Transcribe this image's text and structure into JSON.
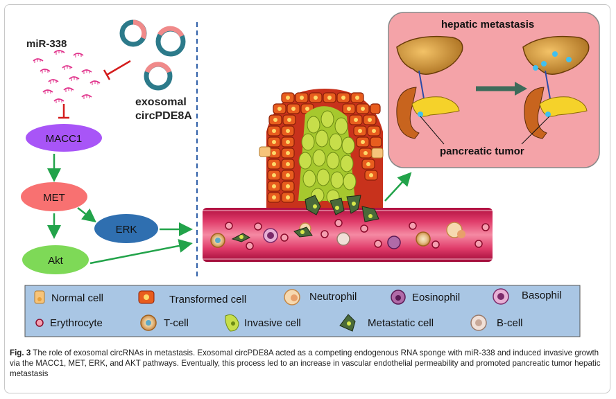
{
  "upper": {
    "mirna_label": "miR-338",
    "circ_label_1": "exosomal",
    "circ_label_2": "circPDE8A",
    "macc1": "MACC1",
    "met": "MET",
    "erk": "ERK",
    "akt": "Akt",
    "hepatic_label": "hepatic metastasis",
    "pancreatic_label": "pancreatic tumor"
  },
  "legend": {
    "items": [
      {
        "label": "Normal cell",
        "icon": "normal-cell-icon"
      },
      {
        "label": "Transformed cell",
        "icon": "transformed-cell-icon"
      },
      {
        "label": "Neutrophil",
        "icon": "neutrophil-icon"
      },
      {
        "label": "Eosinophil",
        "icon": "eosinophil-icon"
      },
      {
        "label": "Basophil",
        "icon": "basophil-icon"
      },
      {
        "label": "Erythrocyte",
        "icon": "erythrocyte-icon"
      },
      {
        "label": "T-cell",
        "icon": "t-cell-icon"
      },
      {
        "label": "Invasive cell",
        "icon": "invasive-cell-icon"
      },
      {
        "label": "Metastatic cell",
        "icon": "metastatic-cell-icon"
      },
      {
        "label": "B-cell",
        "icon": "b-cell-icon"
      }
    ]
  },
  "caption": {
    "fig_label": "Fig. 3",
    "text": " The role of exosomal circRNAs in metastasis. Exosomal circPDE8A acted as a competing endogenous RNA sponge with miR-338 and induced invasive growth via the MACC1, MET, ERK, and AKT pathways. Eventually, this process led to an increase in vascular endothelial permeability and promoted pancreatic tumor hepatic metastasis"
  },
  "colors": {
    "macc1": "#a855f7",
    "met": "#f87171",
    "erk": "#2f6fb0",
    "akt": "#7ed957",
    "arrow": "#22a34a",
    "inhibit": "#d41c1c",
    "legend_bg": "#a9c6e4",
    "panel_bg": "#f4a3a8"
  }
}
